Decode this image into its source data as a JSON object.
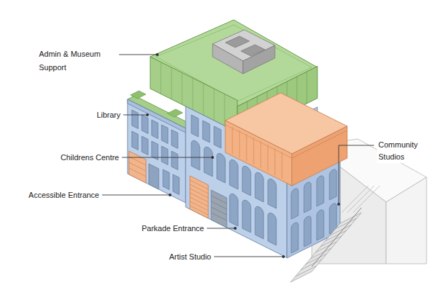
{
  "diagram": {
    "labels": [
      "Admin & Museum Support",
      "Library",
      "Childrens Centre",
      "Accessible Entrance",
      "Parkade Entrance",
      "Artist Studio",
      "Community Studios"
    ]
  }
}
